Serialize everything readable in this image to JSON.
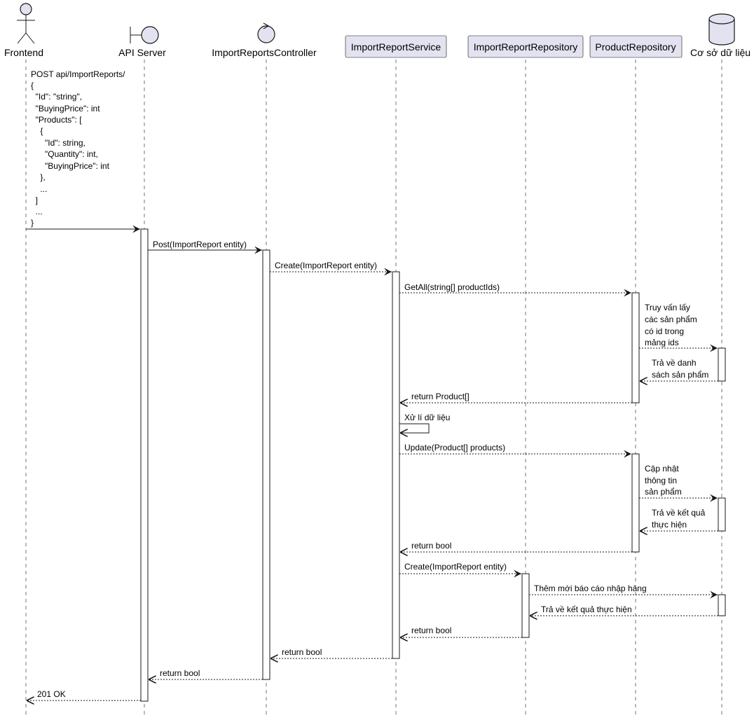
{
  "participants": {
    "frontend": "Frontend",
    "api_server": "API Server",
    "controller": "ImportReportsController",
    "service": "ImportReportService",
    "import_repo": "ImportReportRepository",
    "product_repo": "ProductRepository",
    "database": "Cơ sở dữ liệu"
  },
  "request_body": [
    "POST api/ImportReports/",
    "{",
    "  \"Id\": \"string\",",
    "  \"BuyingPrice\": int",
    "  \"Products\": [",
    "    {",
    "      \"Id\": string,",
    "      \"Quantity\": int,",
    "      \"BuyingPrice\": int",
    "    },",
    "    ...",
    "  ]",
    "  ...",
    "}"
  ],
  "messages": {
    "post": "Post(ImportReport entity)",
    "create": "Create(ImportReport entity)",
    "get_all": "GetAll(string[] productIds)",
    "query_lines": [
      "Truy vấn lấy",
      "các sản phẩm",
      "có id trong",
      "mảng ids"
    ],
    "return_list_lines": [
      "Trả về danh",
      "sách sản phẩm"
    ],
    "return_products": "return Product[]",
    "process": "Xử lí dữ liệu",
    "update": "Update(Product[] products)",
    "update_info_lines": [
      "Cập nhật",
      "thông tin",
      "sản phẩm"
    ],
    "return_result_lines": [
      "Trả về kết quả",
      "thực hiện"
    ],
    "return_bool_1": "return bool",
    "create_repo": "Create(ImportReport entity)",
    "add_new": "Thêm mới báo cáo nhập hàng",
    "return_result": "Trả về kết quả thực hiện",
    "return_bool_2": "return bool",
    "return_bool_3": "return bool",
    "return_bool_4": "return bool",
    "ok": "201 OK"
  },
  "colors": {
    "participant_fill": "#E2E2F0",
    "line": "#181818"
  }
}
